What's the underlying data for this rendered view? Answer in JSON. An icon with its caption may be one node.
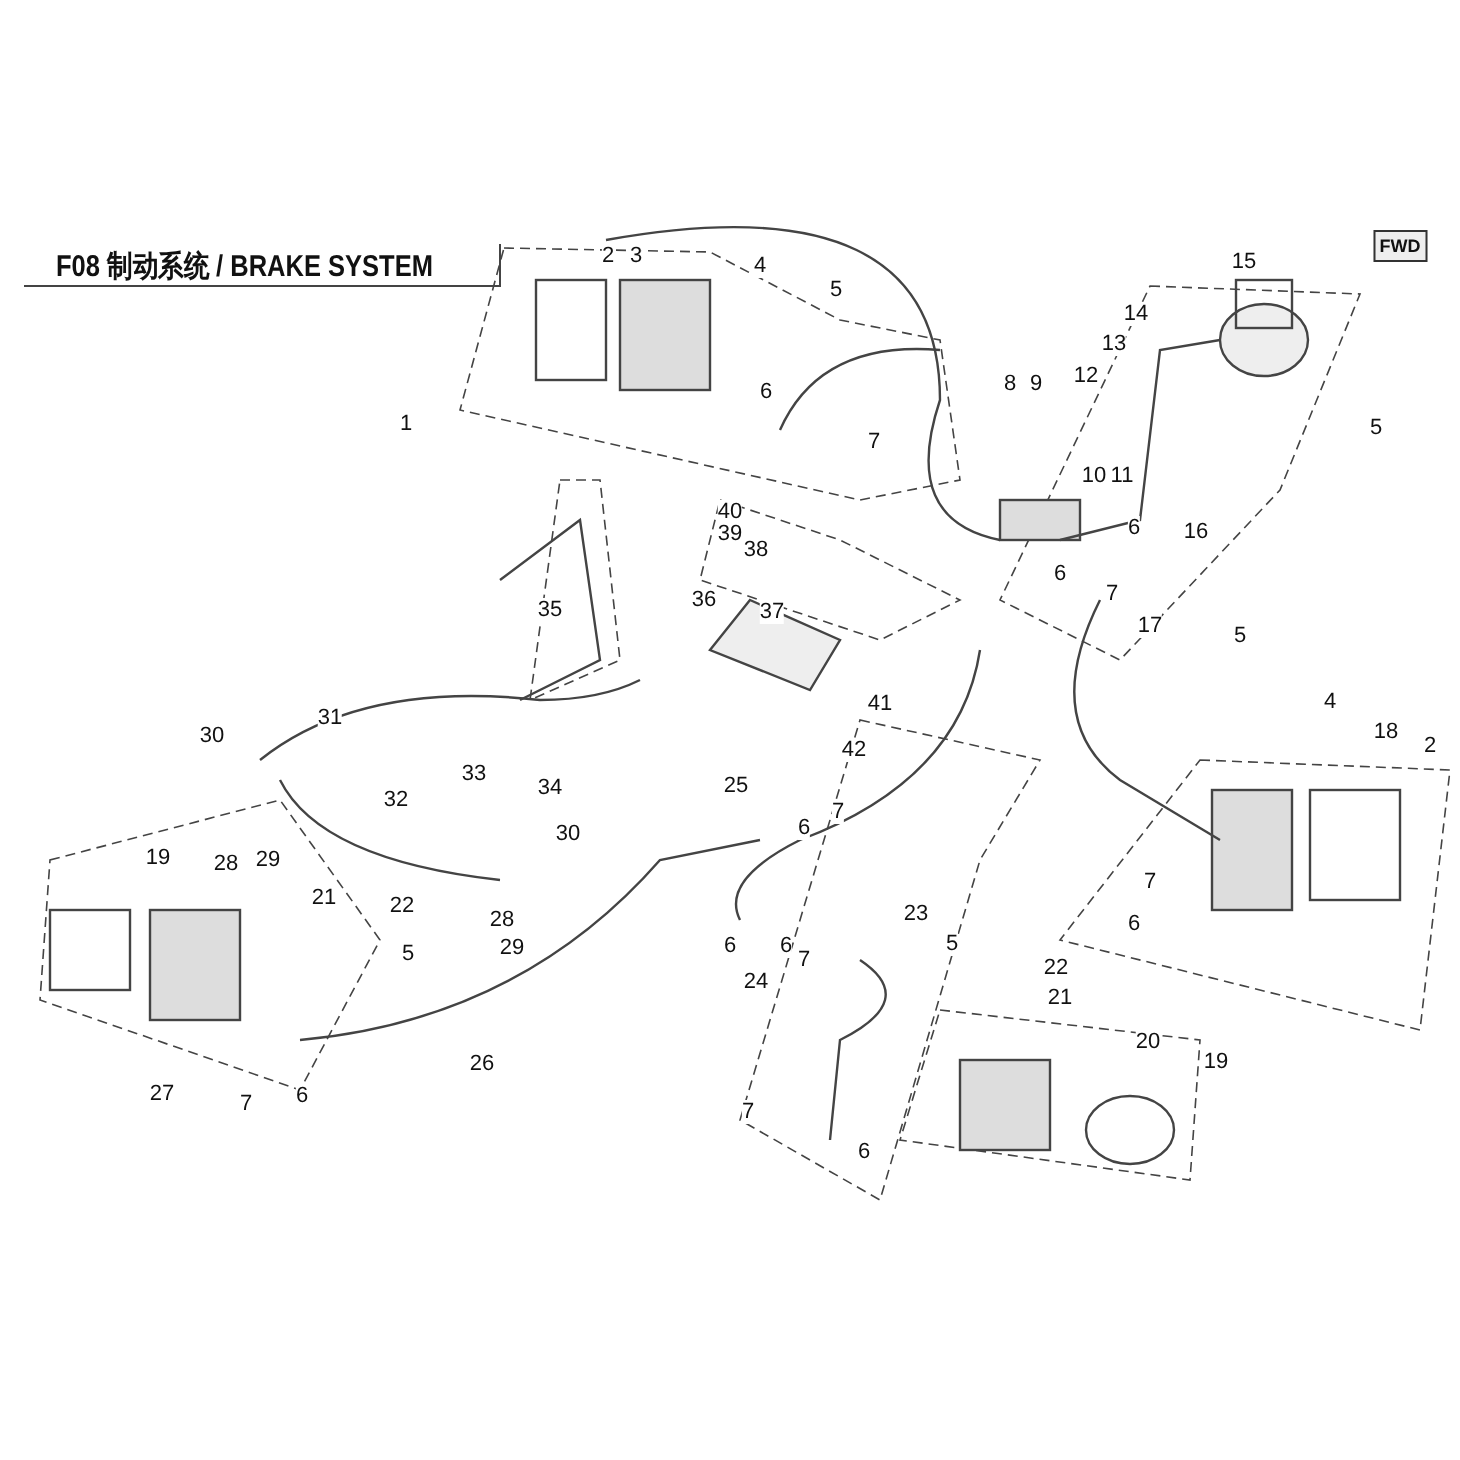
{
  "diagram": {
    "title": "F08 制动系统 / BRAKE SYSTEM",
    "labels": [
      "FWD",
      "2",
      "3",
      "4",
      "5",
      "15",
      "14",
      "13",
      "12",
      "9",
      "8",
      "6",
      "5",
      "1",
      "7",
      "10",
      "11",
      "40",
      "39",
      "6",
      "16",
      "38",
      "6",
      "7",
      "35",
      "36",
      "37",
      "17",
      "5",
      "41",
      "4",
      "18",
      "2",
      "31",
      "30",
      "42",
      "33",
      "34",
      "32",
      "25",
      "7",
      "6",
      "28",
      "29",
      "30",
      "19",
      "21",
      "22",
      "5",
      "23",
      "28",
      "29",
      "6",
      "6",
      "7",
      "24",
      "5",
      "22",
      "21",
      "6",
      "7",
      "20",
      "19",
      "26",
      "27",
      "7",
      "6",
      "7",
      "6"
    ]
  }
}
